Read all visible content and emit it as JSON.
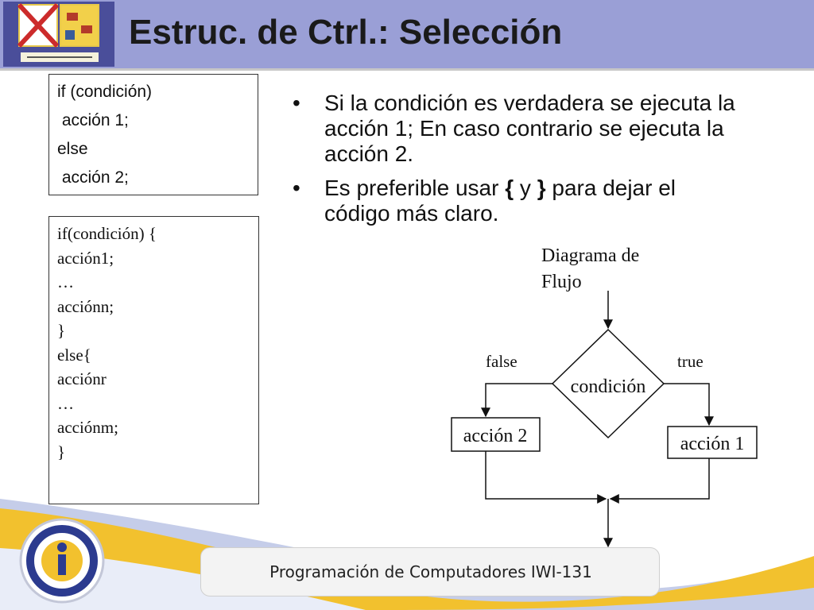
{
  "slide": {
    "title": "Estruc. de Ctrl.: Selección",
    "footer": "Programación de Computadores IWI-131"
  },
  "code_simple": [
    "if (condición)",
    " acción 1;",
    "else",
    " acción 2;"
  ],
  "code_block": [
    "if(condición) {",
    "acción1;",
    "…",
    "acciónn;",
    "}",
    "else{",
    "acciónr",
    "…",
    "acciónm;",
    "}"
  ],
  "bullets": {
    "b1": "Si la condición es verdadera se ejecuta la acción 1; En caso contrario se ejecuta la acción 2.",
    "b2_pre": "Es preferible usar ",
    "b2_open": "{",
    "b2_mid": " y ",
    "b2_close": "}",
    "b2_post": " para dejar el código más claro."
  },
  "flow": {
    "title_line1": "Diagrama de",
    "title_line2": "Flujo",
    "condition": "condición",
    "false_label": "false",
    "true_label": "true",
    "action_false": "acción 2",
    "action_true": "acción 1"
  },
  "colors": {
    "header": "#9a9fd6",
    "footer_swoosh": "#f2c12e",
    "footer_blue": "#8ea0d8"
  },
  "icons": {
    "logo": "university-crest-icon",
    "footer_logo": "ring-i-logo-icon"
  }
}
